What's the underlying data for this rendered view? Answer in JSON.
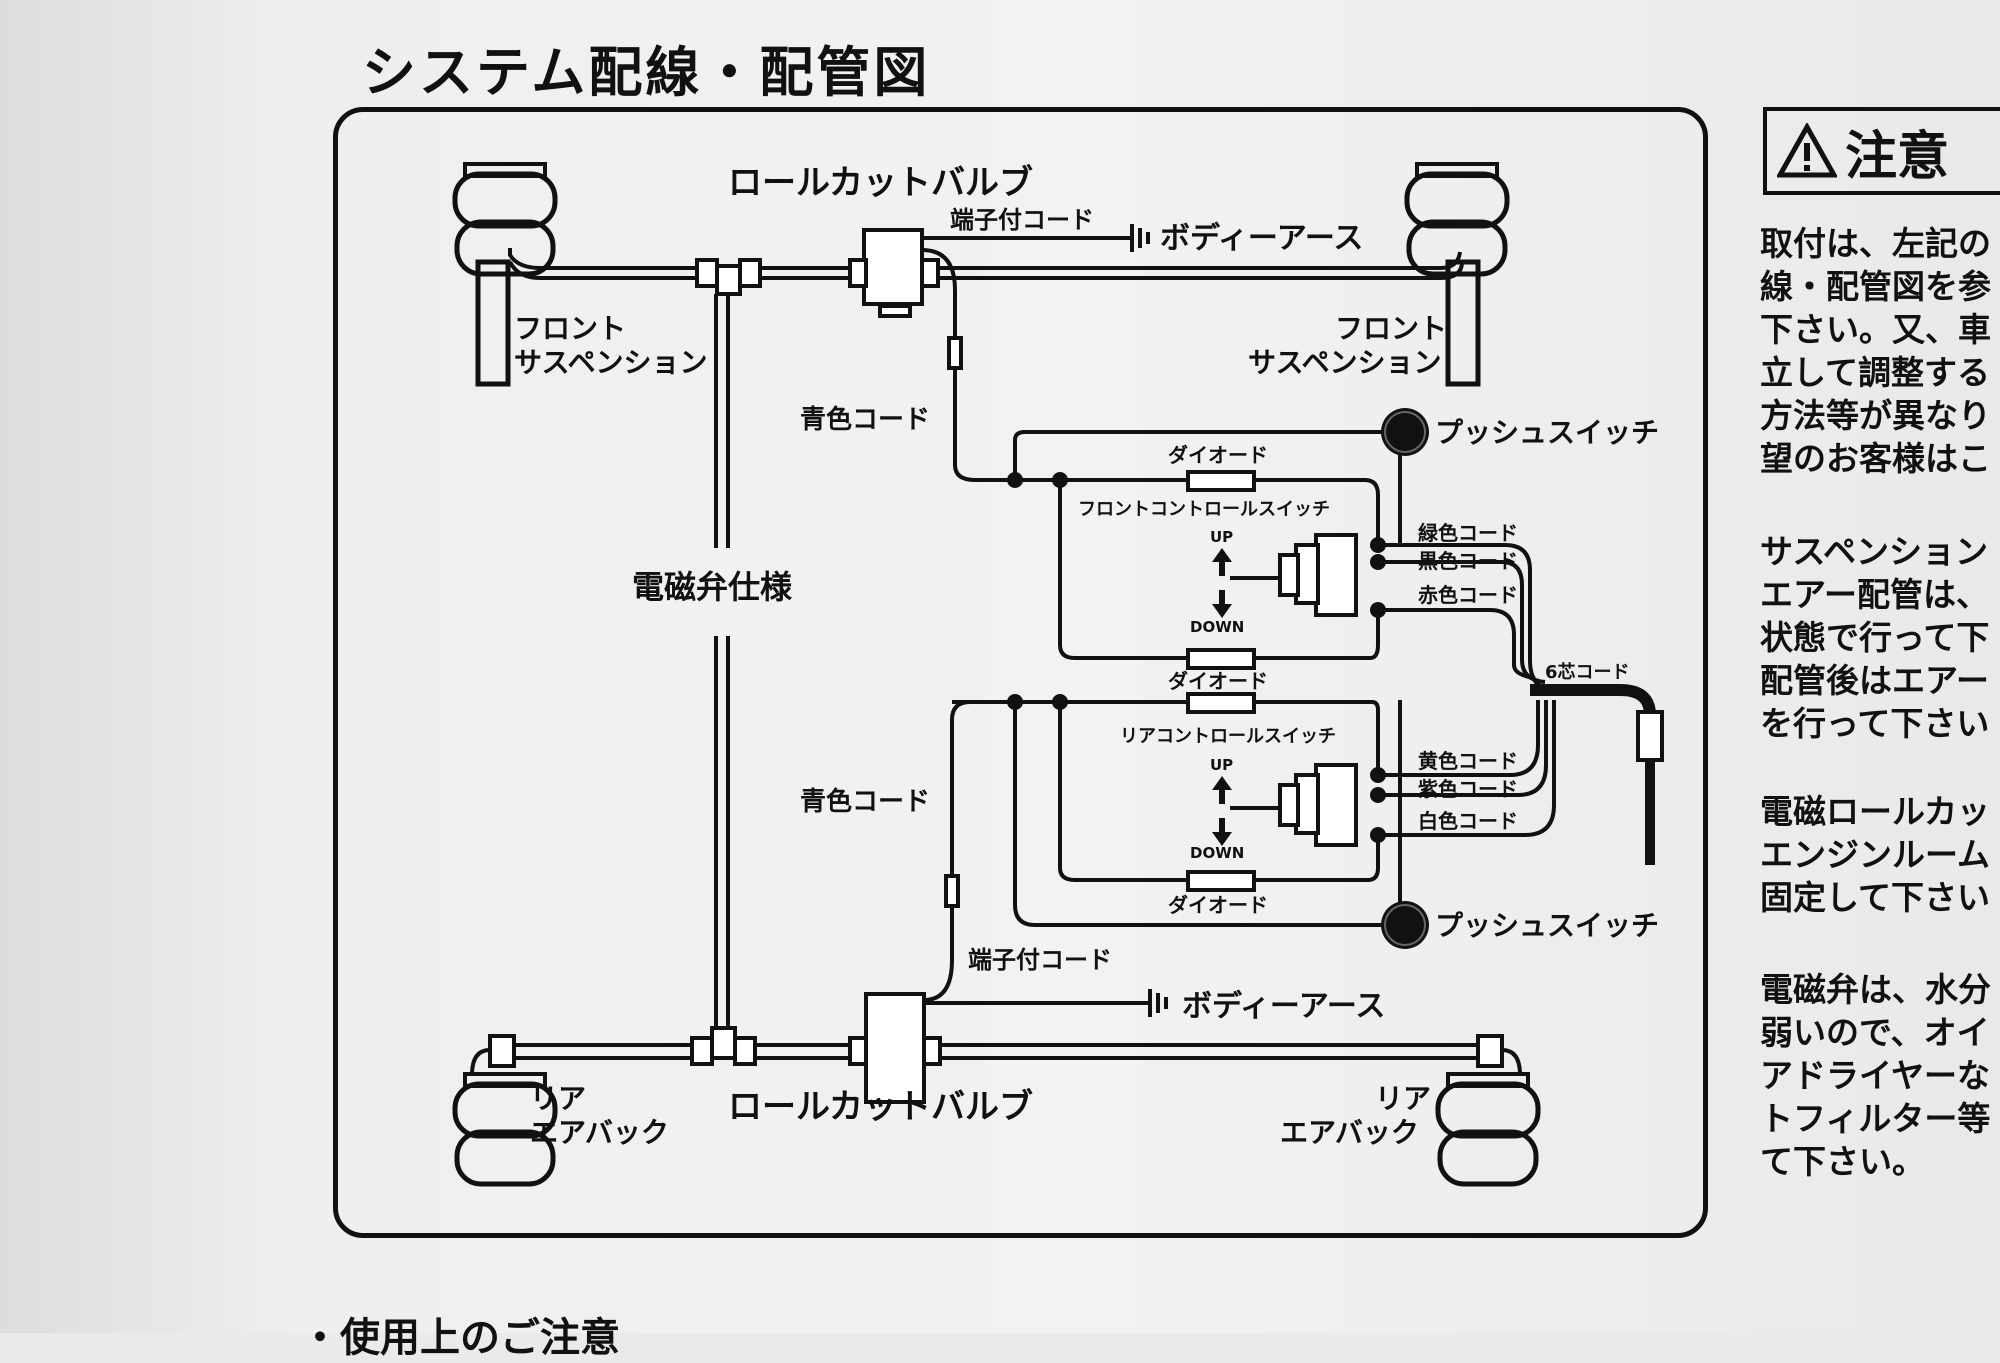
{
  "title": "システム配線・配管図",
  "diagram": {
    "roll_cut_valve": "ロールカットバルブ",
    "terminal_cord": "端子付コード",
    "body_earth": "ボディーアース",
    "front_suspension_line1": "フロント",
    "front_suspension_line2": "サスペンション",
    "blue_cord": "青色コード",
    "push_switch": "プッシュスイッチ",
    "diode": "ダイオード",
    "front_control_switch": "フロントコントロールスイッチ",
    "rear_control_switch": "リアコントロールスイッチ",
    "up": "UP",
    "down": "DOWN",
    "green_cord": "緑色コード",
    "black_cord": "黒色コード",
    "red_cord": "赤色コード",
    "yellow_cord": "黄色コード",
    "purple_cord": "紫色コード",
    "white_cord": "白色コード",
    "six_core_cord": "6芯コード",
    "solenoid_spec": "電磁弁仕様",
    "rear_airbag_line1": "リア",
    "rear_airbag_line2": "エアバック"
  },
  "caution": {
    "heading": "注意",
    "icon": "warning-triangle-icon",
    "para1": "取付は、左記の\n線・配管図を参\n下さい。又、車\n立して調整する\n方法等が異なり\n望のお客様はこ",
    "para2": "サスペンション\nエアー配管は、\n状態で行って下\n配管後はエアー\nを行って下さい",
    "para3": "電磁ロールカッ\nエンジンルーム\n固定して下さい",
    "para4": "電磁弁は、水分\n弱いので、オイ\nアドライヤーな\nトフィルター等\nて下さい。"
  },
  "bottom_heading": "・使用上のご注意"
}
